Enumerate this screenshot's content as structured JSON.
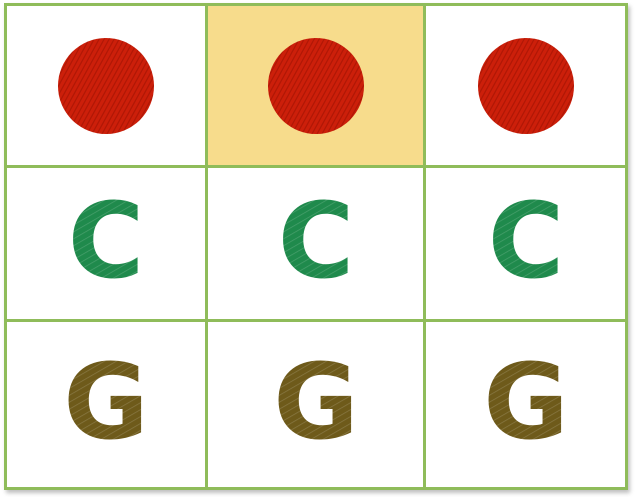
{
  "board": {
    "highlighted": {
      "row": 0,
      "col": 1
    },
    "rows": [
      [
        {
          "kind": "dot",
          "color": "#cc1f0a"
        },
        {
          "kind": "dot",
          "color": "#cc1f0a"
        },
        {
          "kind": "dot",
          "color": "#cc1f0a"
        }
      ],
      [
        {
          "kind": "letter",
          "text": "C",
          "color": "#1f8a4c"
        },
        {
          "kind": "letter",
          "text": "C",
          "color": "#1f8a4c"
        },
        {
          "kind": "letter",
          "text": "C",
          "color": "#1f8a4c"
        }
      ],
      [
        {
          "kind": "letter",
          "text": "G",
          "color": "#6e5a1a"
        },
        {
          "kind": "letter",
          "text": "G",
          "color": "#6e5a1a"
        },
        {
          "kind": "letter",
          "text": "G",
          "color": "#6e5a1a"
        }
      ]
    ]
  },
  "colors": {
    "grid_line": "#8fbc5a",
    "highlight": "#f7dc8c",
    "background": "#ffffff"
  }
}
